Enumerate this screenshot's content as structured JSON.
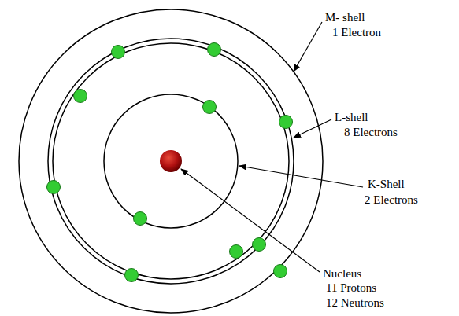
{
  "diagram": {
    "labels": [
      "M- shell",
      "1 Electron",
      "L-shell",
      "8 Electrons",
      "K-Shell",
      "2 Electrons",
      "Nucleus",
      "11 Protons",
      "12 Neutrons"
    ]
  }
}
